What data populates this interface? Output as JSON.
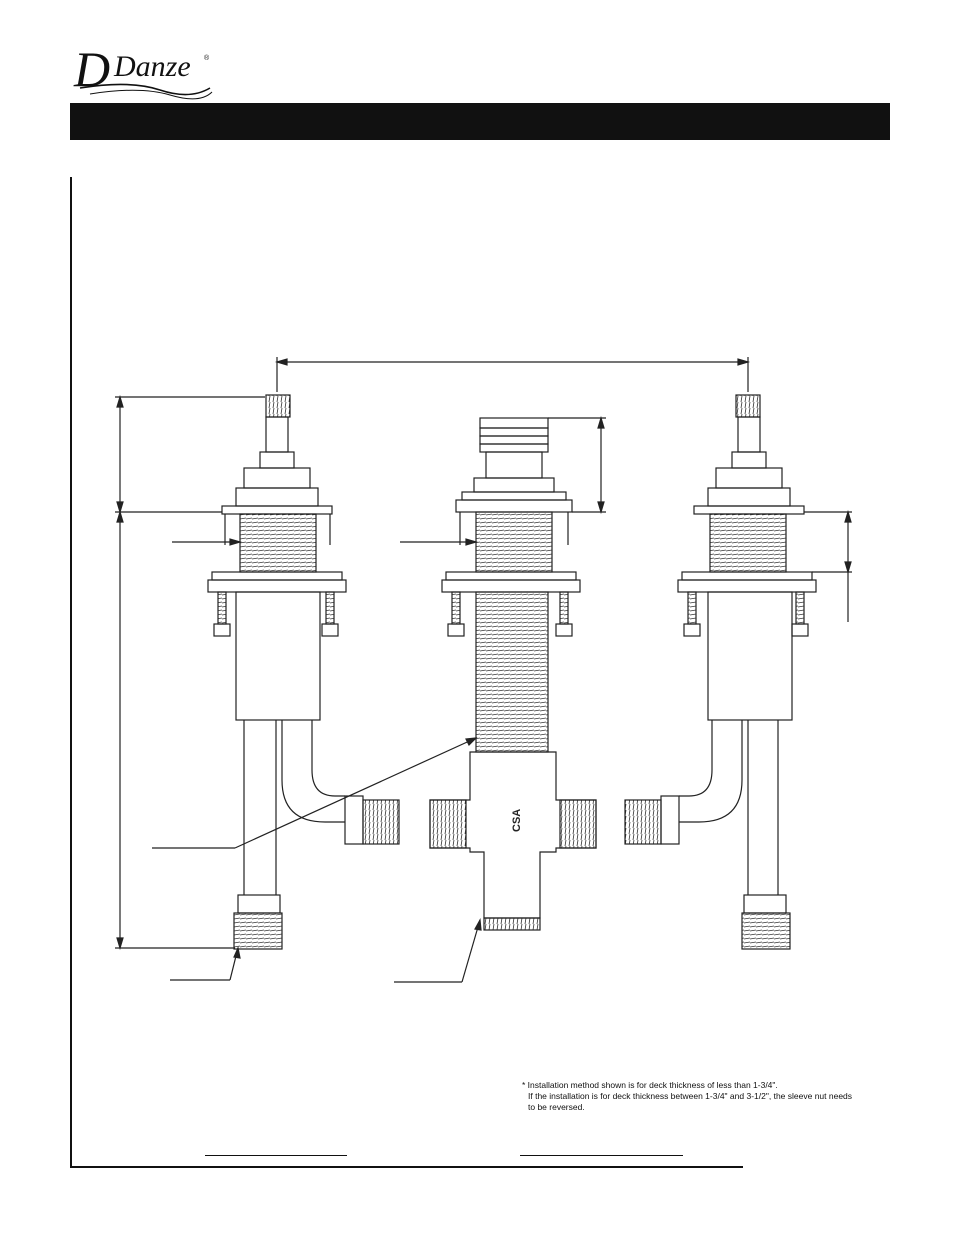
{
  "brand": {
    "logo_text": "Danze",
    "registered_mark": "®"
  },
  "diagram": {
    "valve_marking": "CSA"
  },
  "notes": {
    "line1": "* Installation method shown is for deck thickness of less than 1-3/4\".",
    "line2": "If the installation is for deck thickness between 1-3/4\" and 3-1/2\", the sleeve nut needs",
    "line3": "to be reversed."
  },
  "colors": {
    "title_bar": "#111111",
    "line": "#222222",
    "background": "#ffffff"
  }
}
